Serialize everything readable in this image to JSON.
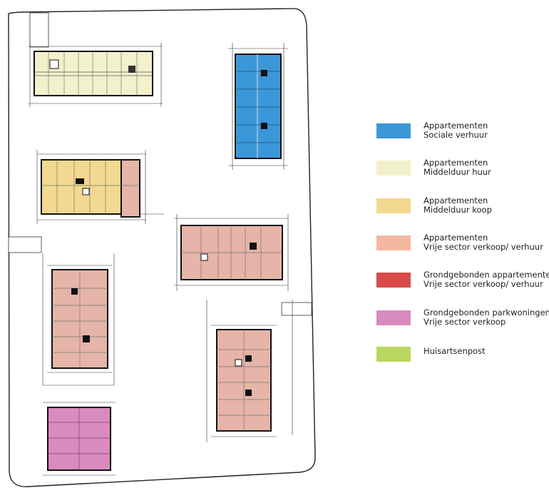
{
  "colors": {
    "sociale_huur": "#3b97d8",
    "middelduur_huur": "#f2f1cc",
    "middelduur_koop": "#f2d98f",
    "vrije_sector": "#f4b8a1",
    "grondgebonden_appartementen": "#d94b4b",
    "grondgebonden_parkwoningen": "#d98bc0",
    "huisartsenpost": "#b9d761",
    "plan_unit": "#e6b4a8",
    "outline": "#111111"
  },
  "legend": [
    {
      "line1": "Appartementen",
      "line2": "Sociale verhuur",
      "color": "#3b97d8"
    },
    {
      "line1": "Appartementen",
      "line2": "Middelduur huur",
      "color": "#f2f1cc"
    },
    {
      "line1": "Appartementen",
      "line2": "Middelduur koop",
      "color": "#f2d98f"
    },
    {
      "line1": "Appartementen",
      "line2": "Vrije sector verkoop/ verhuur",
      "color": "#f4b8a1"
    },
    {
      "line1": "Grondgebonden appartementen",
      "line2": "Vrije sector verkoop/ verhuur",
      "color": "#d94b4b"
    },
    {
      "line1": "Grondgebonden parkwoningen",
      "line2": "Vrije sector verkoop",
      "color": "#d98bc0"
    },
    {
      "line1": "Huisartsenpost",
      "line2": "",
      "color": "#b9d761"
    }
  ]
}
